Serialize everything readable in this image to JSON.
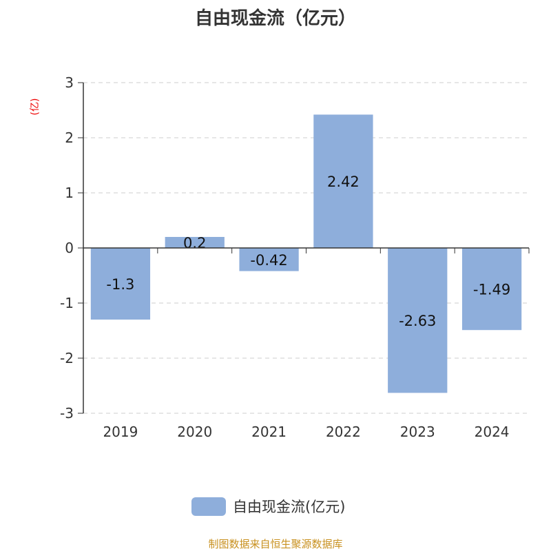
{
  "chart_data": {
    "type": "bar",
    "title": "自由现金流（亿元）",
    "ylabel": "(亿)",
    "xlabel": "",
    "categories": [
      "2019",
      "2020",
      "2021",
      "2022",
      "2023",
      "2024"
    ],
    "series": [
      {
        "name": "自由现金流(亿元)",
        "values": [
          -1.3,
          0.2,
          -0.42,
          2.42,
          -2.63,
          -1.49
        ],
        "color": "#8eaedb"
      }
    ],
    "value_labels": [
      "-1.3",
      "0.2",
      "-0.42",
      "2.42",
      "-2.63",
      "-1.49"
    ],
    "ylim": [
      -3,
      3
    ],
    "yticks": [
      3,
      2,
      1,
      0,
      -1,
      -2,
      -3
    ],
    "grid": true,
    "legend": "bottom-center"
  },
  "source": "制图数据来自恒生聚源数据库"
}
